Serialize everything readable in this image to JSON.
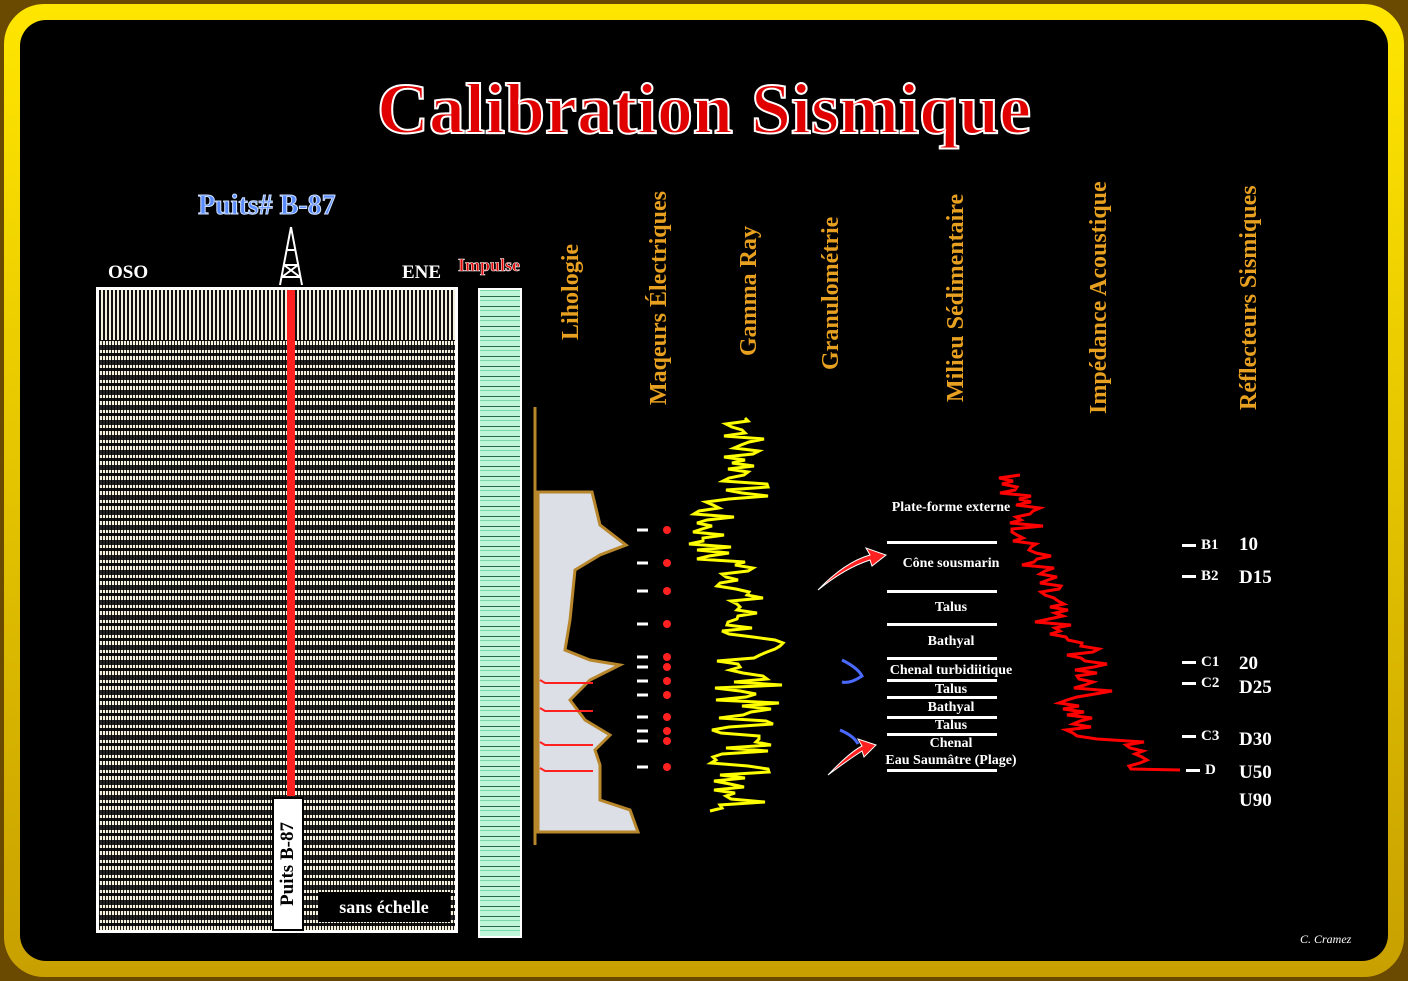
{
  "title": "Calibration Sismique",
  "well": {
    "title": "Puits# B-87",
    "west": "OSO",
    "east": "ENE",
    "label": "Puits B-87",
    "scale": "sans échelle"
  },
  "impulse": "Impulse",
  "columns": [
    "Lihologie",
    "Maqeurs Électriques",
    "Gamma Ray",
    "Granulométrie",
    "Milieu Sédimentaire",
    "Impédance Acoustique",
    "Réflecteurs Sismiques"
  ],
  "environments": [
    "Plate-forme externe",
    "Cône sousmarin",
    "Talus",
    "Bathyal",
    "Chenal turbidiitique",
    "Talus",
    "Bathyal",
    "Talus",
    "Chenal",
    "Eau Saumâtre (Plage)"
  ],
  "reflectors": [
    {
      "code": "B1",
      "age": "10"
    },
    {
      "code": "B2",
      "age": "D15"
    },
    {
      "code": "C1",
      "age": "20"
    },
    {
      "code": "C2",
      "age": "D25"
    },
    {
      "code": "C3",
      "age": "D30"
    },
    {
      "code": "D",
      "age": "U50"
    },
    {
      "code": "",
      "age": "U90"
    }
  ],
  "credit": "C. Cramez",
  "colors": {
    "title": "#e00000",
    "frame": "#ffe600",
    "gamma": "#ffff00",
    "impedance": "#ff0000",
    "headers": "#e8a020"
  }
}
